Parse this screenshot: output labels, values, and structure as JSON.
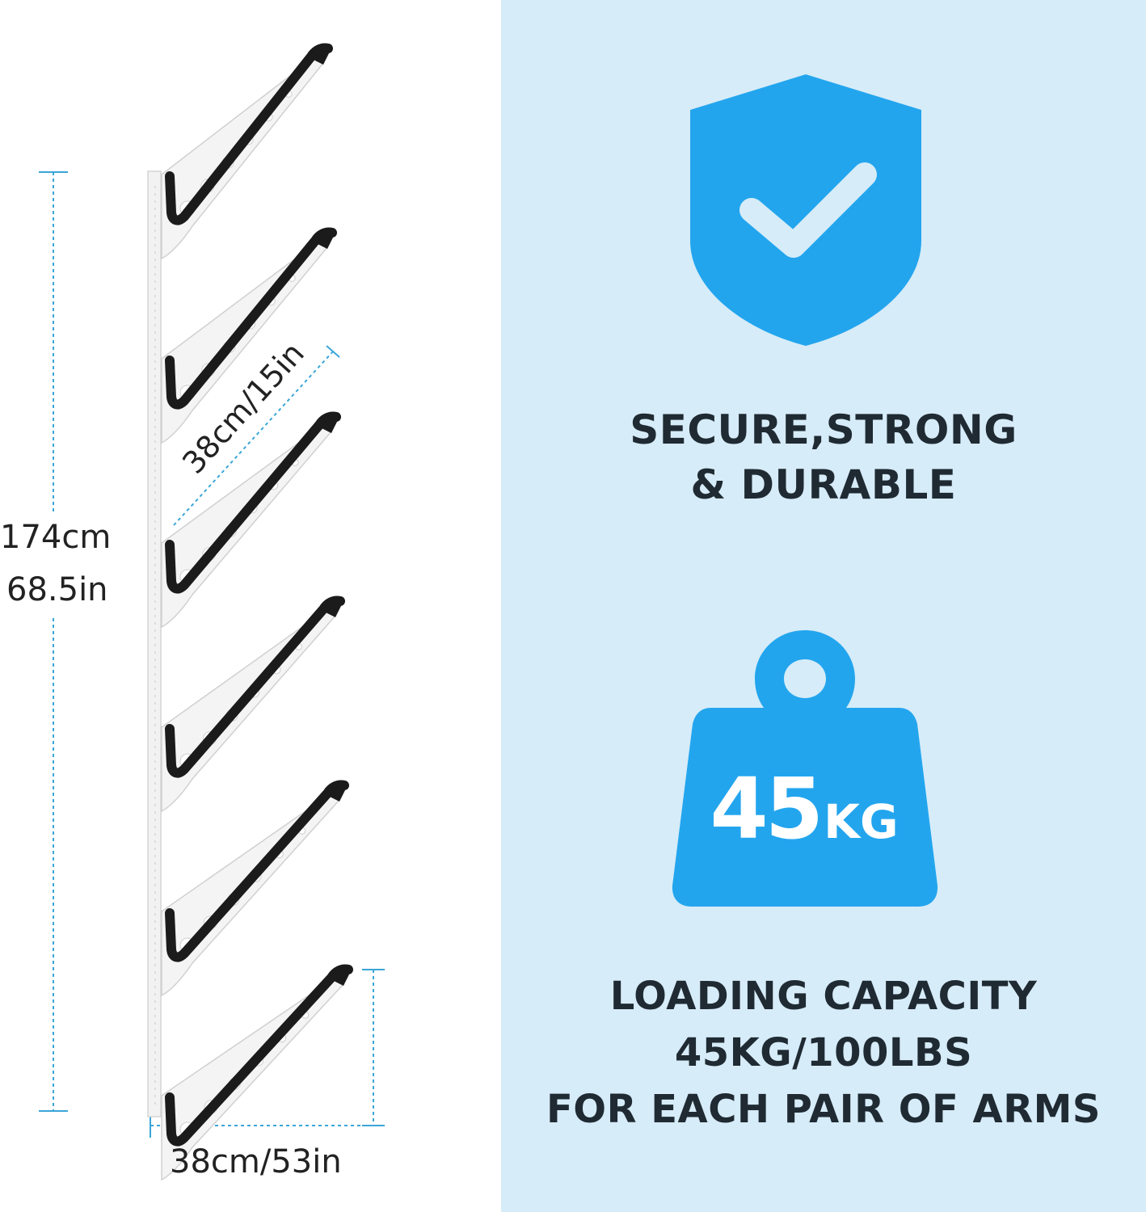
{
  "colors": {
    "right_background": "#d6ecf8",
    "icon_blue": "#23a5ee",
    "heading_text": "#1f2a33",
    "dimension_line": "#3aa6d8",
    "arm_black": "#1b1b1b",
    "arm_white": "#f4f4f4"
  },
  "dimensions": {
    "height_cm": "174cm",
    "height_in": "68.5in",
    "arm_length": "38cm/15in",
    "width": "38cm/53in"
  },
  "features": {
    "secure": {
      "icon": "shield-check-icon",
      "line1": "SECURE,STRONG",
      "line2": "& DURABLE"
    },
    "weight": {
      "icon": "weight-icon",
      "number": "45",
      "unit": "KG"
    },
    "capacity": {
      "line1": "LOADING CAPACITY",
      "line2": "45KG/100LBS",
      "line3": "FOR EACH PAIR OF ARMS"
    }
  },
  "rack": {
    "arm_count": 6
  }
}
